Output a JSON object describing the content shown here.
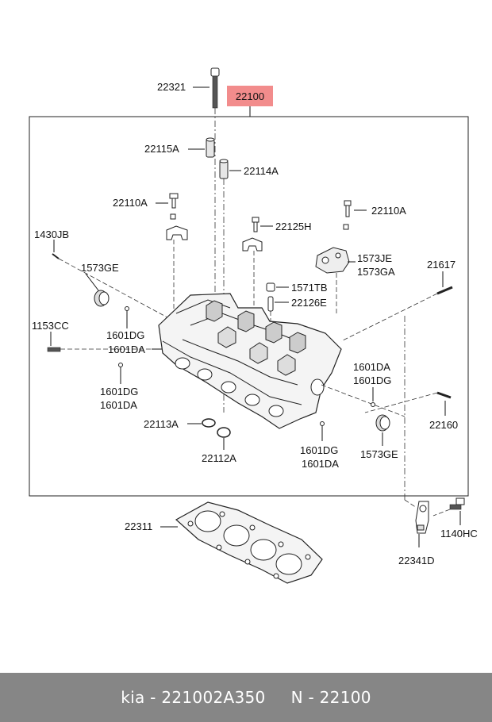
{
  "diagram": {
    "main_part": "22100",
    "labels": {
      "p22321": "22321",
      "p22115A": "22115A",
      "p22114A": "22114A",
      "p22110A_left": "22110A",
      "p22110A_right": "22110A",
      "p22125H": "22125H",
      "p1430JB": "1430JB",
      "p1573GE_top": "1573GE",
      "p1573JE": "1573JE",
      "p1573GA": "1573GA",
      "p21617": "21617",
      "p1571TB": "1571TB",
      "p22126E": "22126E",
      "p1153CC": "1153CC",
      "p1601DG_a": "1601DG",
      "p1601DA_a": "1601DA",
      "p1601DG_b": "1601DG",
      "p1601DA_b": "1601DA",
      "p1601DA_c": "1601DA",
      "p1601DG_c": "1601DG",
      "p22113A": "22113A",
      "p22112A": "22112A",
      "p22160": "22160",
      "p1601DG_d": "1601DG",
      "p1601DA_d": "1601DA",
      "p1573GE_bottom": "1573GE",
      "p22311": "22311",
      "p1140HC": "1140HC",
      "p22341D": "22341D"
    }
  },
  "footer": {
    "left": "kia - 221002A350",
    "right": "N - 22100"
  },
  "colors": {
    "highlight": "#f28c8c",
    "footer_bg": "#868686"
  }
}
